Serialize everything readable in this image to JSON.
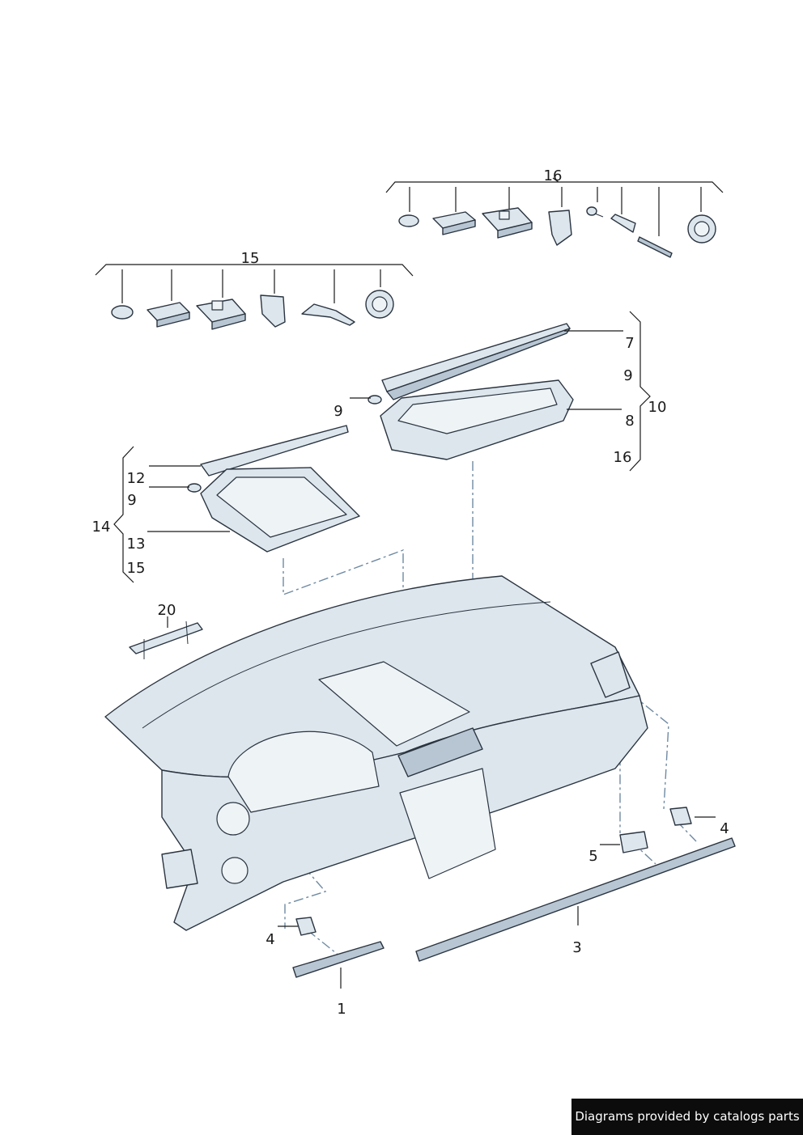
{
  "callouts": {
    "c1": "1",
    "c3": "3",
    "c4a": "4",
    "c4b": "4",
    "c5": "5",
    "c7": "7",
    "c8": "8",
    "c9a": "9",
    "c9b": "9",
    "c9c": "9",
    "c10": "10",
    "c12": "12",
    "c13": "13",
    "c14": "14",
    "c15a": "15",
    "c15b": "15",
    "c16a": "16",
    "c16b": "16",
    "c20": "20"
  },
  "footer": {
    "text": "Diagrams provided by catalogs parts"
  },
  "colors": {
    "part_fill": "#dde6ec",
    "outline": "#2a3440",
    "centerline": "#6f8aa3",
    "footer_bg": "#0c0c0c"
  },
  "icons": [
    "clip-icon",
    "cover-icon",
    "switch-icon",
    "bracket-icon",
    "screw-icon",
    "spring-icon",
    "gear-icon"
  ]
}
